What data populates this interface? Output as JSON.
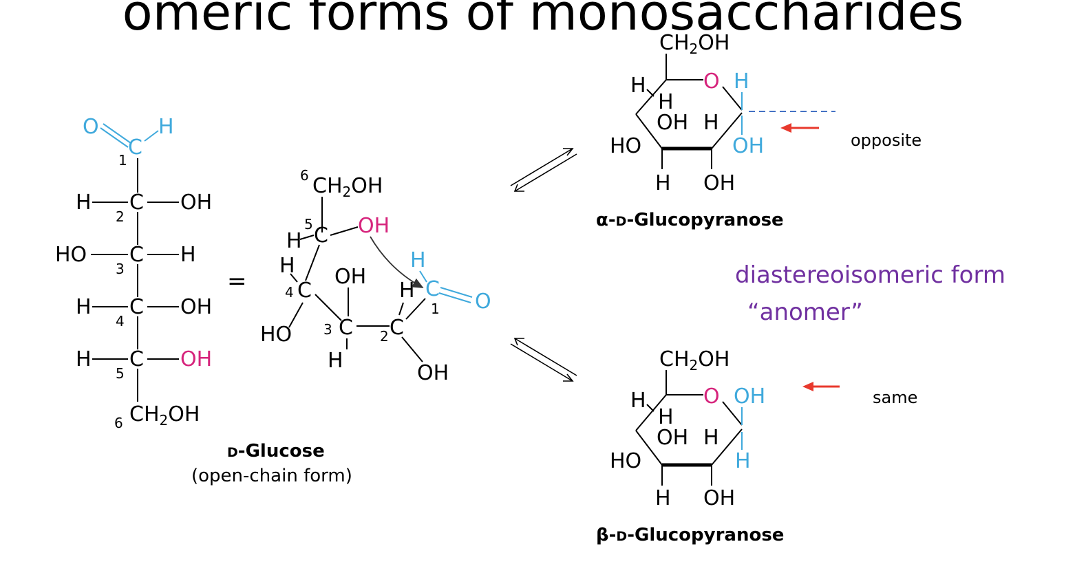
{
  "slide": {
    "title": "omeric forms of monosaccharides"
  },
  "colors": {
    "blue": "#3fa9dc",
    "magenta": "#d6247c",
    "purple": "#7030a0",
    "red_arrow": "#e8392d",
    "dashed_line": "#4472c4"
  },
  "open_chain": {
    "aldehyde_O": "O",
    "aldehyde_H": "H",
    "carbons": [
      "C",
      "C",
      "C",
      "C",
      "C"
    ],
    "numbers": [
      "1",
      "2",
      "3",
      "4",
      "5",
      "6"
    ],
    "left_groups": [
      "H",
      "HO",
      "H",
      "H"
    ],
    "right_groups": [
      "OH",
      "H",
      "OH",
      "OH"
    ],
    "ch2oh": "CH",
    "ch2oh_sub": "2",
    "ch2oh_tail": "OH",
    "name": "D-Glucose",
    "name_small_caps": "D",
    "name_rest": "-Glucose",
    "subtitle": "(open-chain form)"
  },
  "equals": "=",
  "ring_intermediate": {
    "c6": "CH",
    "c6_sub": "2",
    "c6_tail": "OH",
    "c5_H": "H",
    "c5_C": "C",
    "c5_OH": "OH",
    "c4_H": "H",
    "c4_C": "C",
    "c4_HO": "HO",
    "c3_OH": "OH",
    "c3_C": "C",
    "c3_H": "H",
    "c2_H": "H",
    "c2_C": "C",
    "c2_OH": "OH",
    "c1_H": "H",
    "c1_C": "C",
    "c1_O": "O",
    "numbers": [
      "6",
      "5",
      "4",
      "3",
      "2",
      "1"
    ]
  },
  "alpha": {
    "ch2oh": "CH",
    "ch2oh_sub": "2",
    "ch2oh_tail": "OH",
    "ring_O": "O",
    "anomeric_H": "H",
    "anomeric_OH": "OH",
    "labels": [
      "H",
      "H",
      "OH",
      "H",
      "HO",
      "H",
      "OH"
    ],
    "name_greek": "α",
    "name_small_caps": "D",
    "name_rest": "-Glucopyranose"
  },
  "beta": {
    "ch2oh": "CH",
    "ch2oh_sub": "2",
    "ch2oh_tail": "OH",
    "ring_O": "O",
    "anomeric_OH": "OH",
    "anomeric_H": "H",
    "labels": [
      "H",
      "H",
      "OH",
      "H",
      "HO",
      "H",
      "OH"
    ],
    "name_greek": "β",
    "name_small_caps": "D",
    "name_rest": "-Glucopyranose"
  },
  "annotations": {
    "opposite": "opposite",
    "same": "same",
    "diastereoisomeric": "diastereoisomeric form",
    "anomer": "“anomer”"
  }
}
